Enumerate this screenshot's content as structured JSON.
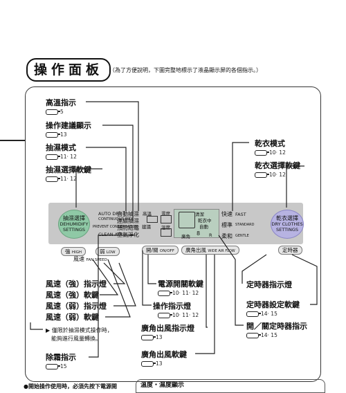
{
  "header": {
    "title": "操作面板",
    "note": "（為了方便說明，下圖完整地標示了液晶顯示屏的各個指示。）"
  },
  "left_labels": [
    {
      "id": "high-temp",
      "label": "高溫指示",
      "ref": "5"
    },
    {
      "id": "op-suggest",
      "label": "操作建議顯示",
      "ref": "13"
    },
    {
      "id": "dehumid-mode",
      "label": "抽濕模式",
      "ref": "11· 12"
    },
    {
      "id": "dehumid-select",
      "label": "抽濕選擇軟鍵",
      "ref": "11· 12"
    }
  ],
  "right_labels": [
    {
      "id": "dry-mode",
      "label": "乾衣模式",
      "ref": "10· 12"
    },
    {
      "id": "dry-select",
      "label": "乾衣選擇軟鍵",
      "ref": "10· 12"
    }
  ],
  "panel": {
    "dehumid_btn": {
      "line1": "抽濕選擇",
      "line2": "DEHUMIDIFY",
      "line3": "SETTINGS"
    },
    "dry_btn": {
      "line1": "乾衣選擇",
      "line2": "DRY CLOTHES",
      "line3": "SETTINGS"
    },
    "modes": [
      {
        "en": "AUTO DRY",
        "zh": "自動抽濕"
      },
      {
        "en": "CONTINUOUS DRY",
        "zh": "連續抽濕"
      },
      {
        "en": "PREVENT CONDENSATION",
        "zh": "預防結霜"
      },
      {
        "en": "CLEAN AIR",
        "zh": "空氣淨化"
      }
    ],
    "lcd_tags": [
      "高溫",
      "濕度",
      "溫度",
      "建議",
      "清潔",
      "乾衣中",
      "自動",
      "廣角",
      "8",
      "R"
    ],
    "dry_modes": [
      {
        "zh": "快速",
        "en": "FAST"
      },
      {
        "zh": "標準",
        "en": "STANDARD"
      },
      {
        "zh": "柔和",
        "en": "GENTLE"
      }
    ],
    "strong": {
      "zh": "強",
      "en": "HIGH"
    },
    "weak": {
      "zh": "弱",
      "en": "LOW"
    },
    "fan_speed": {
      "zh": "風速",
      "en": "FAN SPEED"
    },
    "power": {
      "zh": "開/關",
      "en": "ON/OFF"
    },
    "wide": {
      "zh": "廣角出風",
      "en": "WIDE AIR FLOW"
    },
    "timer": {
      "zh": "定時器"
    }
  },
  "bottom_labels": [
    {
      "id": "fan-high-ind",
      "label": "風速（強）指示燈"
    },
    {
      "id": "fan-high-key",
      "label": "風速（強）軟鍵"
    },
    {
      "id": "fan-low-ind",
      "label": "風速（弱）指示燈"
    },
    {
      "id": "fan-low-key",
      "label": "風速（弱）軟鍵"
    },
    {
      "id": "defrost",
      "label": "除霜指示",
      "ref": "15"
    },
    {
      "id": "power-key",
      "label": "電源開關軟鍵",
      "ref": "10· 11· 12"
    },
    {
      "id": "op-ind",
      "label": "操作指示燈",
      "ref": "10· 11· 12"
    },
    {
      "id": "wide-ind",
      "label": "廣角出風指示燈",
      "ref": "13"
    },
    {
      "id": "wide-key",
      "label": "廣角出風軟鍵",
      "ref": "13"
    },
    {
      "id": "timer-ind",
      "label": "定時器指示燈"
    },
    {
      "id": "timer-set",
      "label": "定時器設定軟鍵",
      "ref": "14· 15"
    },
    {
      "id": "onoff-timer",
      "label": "開／關定時器指示",
      "ref": "14· 15"
    }
  ],
  "fan_note": {
    "line1": "僅限於抽濕模式操作時，",
    "line2": "能夠進行風量轉換。"
  },
  "footer": {
    "left_note": "●開始操作使用時，必須先按下電源開",
    "box_title": "溫度・濕度顯示"
  }
}
